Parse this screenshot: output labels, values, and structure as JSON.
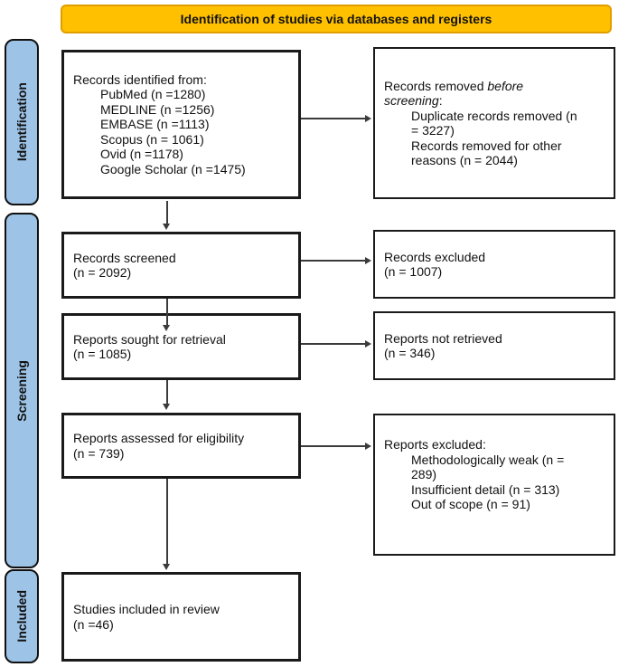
{
  "banner": {
    "label": "Identification of studies via databases and registers"
  },
  "stages": {
    "identification": "Identification",
    "screening": "Screening",
    "included": "Included"
  },
  "boxes": {
    "records_identified": {
      "title": "Records identified from:",
      "items": [
        "PubMed (n =1280)",
        "MEDLINE (n =1256)",
        "EMBASE (n =1113)",
        "Scopus (n = 1061)",
        "Ovid (n =1178)",
        "Google Scholar (n =1475)"
      ]
    },
    "records_removed": {
      "prefix": "Records removed ",
      "emphasis": "before screening",
      "suffix": ":",
      "items": [
        "Duplicate records removed (n = 3227)",
        "Records removed for other reasons (n = 2044)"
      ]
    },
    "records_screened": {
      "line1": "Records screened",
      "line2": "(n = 2092)"
    },
    "records_excluded": {
      "line1": "Records excluded",
      "line2": "(n = 1007)"
    },
    "reports_sought": {
      "line1": "Reports sought for retrieval",
      "line2": "(n = 1085)"
    },
    "reports_not_retrieved": {
      "line1": "Reports not retrieved",
      "line2": "(n = 346)"
    },
    "reports_assessed": {
      "line1": "Reports assessed for eligibility",
      "line2": "(n = 739)"
    },
    "reports_excluded": {
      "title": "Reports excluded:",
      "items": [
        "Methodologically weak (n = 289)",
        "Insufficient detail (n = 313)",
        "Out of scope (n = 91)"
      ]
    },
    "studies_included": {
      "line1": "Studies included in review",
      "line2": "(n =46)"
    }
  },
  "colors": {
    "banner_fill": "#FFC000",
    "banner_border": "#E19E00",
    "stage_fill": "#9DC3E6",
    "box_border": "#1A1A1A",
    "arrow": "#3B3B3B"
  }
}
